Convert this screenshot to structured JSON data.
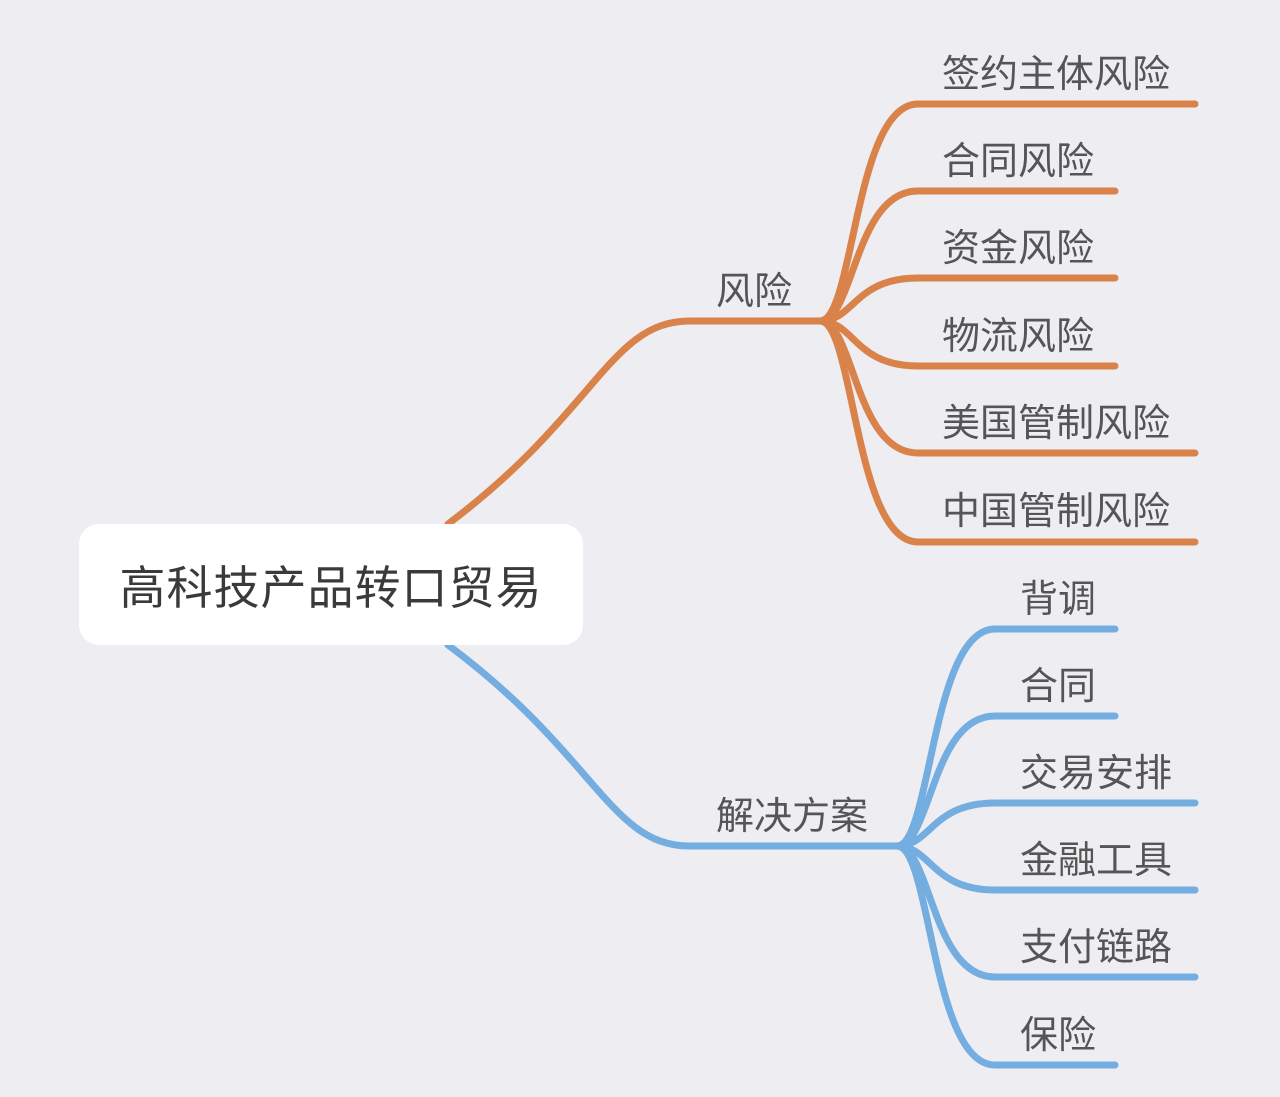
{
  "root": {
    "label": "高科技产品转口贸易"
  },
  "branches": [
    {
      "label": "风险",
      "color": "#d9824a",
      "children": [
        "签约主体风险",
        "合同风险",
        "资金风险",
        "物流风险",
        "美国管制风险",
        "中国管制风险"
      ]
    },
    {
      "label": "解决方案",
      "color": "#74ade0",
      "children": [
        "背调",
        "合同",
        "交易安排",
        "金融工具",
        "支付链路",
        "保险"
      ]
    }
  ]
}
